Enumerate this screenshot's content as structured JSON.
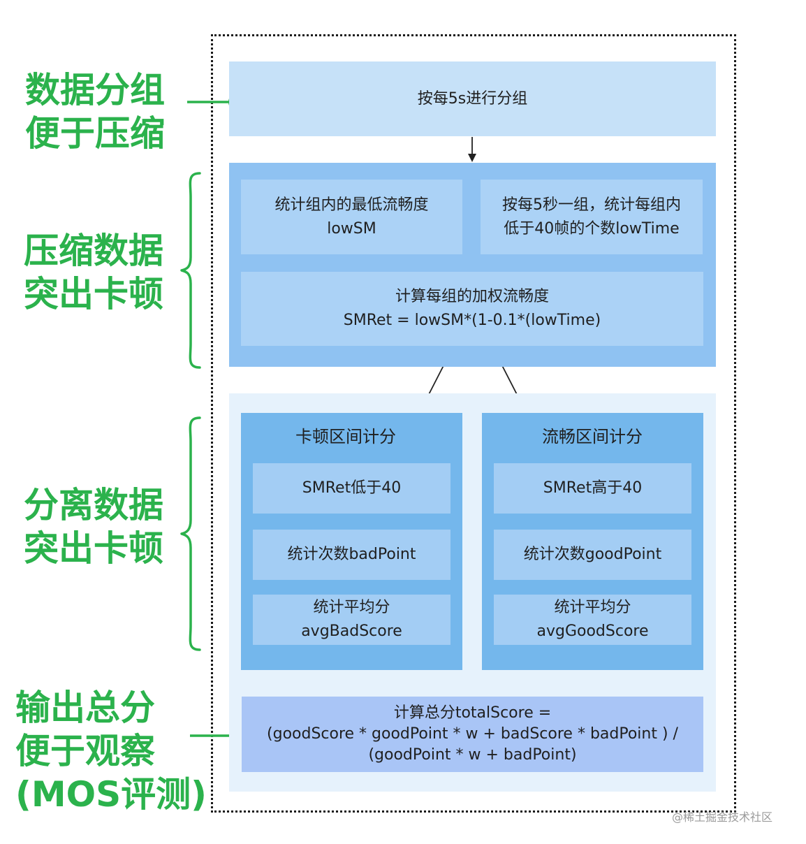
{
  "labels": {
    "group": [
      "数据分组",
      "便于压缩"
    ],
    "compress": [
      "压缩数据",
      "突出卡顿"
    ],
    "separate": [
      "分离数据",
      "突出卡顿"
    ],
    "output": [
      "输出总分",
      "便于观察",
      "(MOS评测)"
    ]
  },
  "stage1": {
    "text": "按每5s进行分组"
  },
  "stage2": {
    "low_sm": [
      "统计组内的最低流畅度",
      "lowSM"
    ],
    "low_time": [
      "按每5秒一组，统计每组内",
      "低于40帧的个数lowTime"
    ],
    "smret": [
      "计算每组的加权流畅度",
      "SMRet = lowSM*(1-0.1*(lowTime)"
    ]
  },
  "stage3": {
    "bad": {
      "title": "卡顿区间计分",
      "condition": "SMRet低于40",
      "count": "统计次数badPoint",
      "avg": [
        "统计平均分",
        "avgBadScore"
      ]
    },
    "good": {
      "title": "流畅区间计分",
      "condition": "SMRet高于40",
      "count": "统计次数goodPoint",
      "avg": [
        "统计平均分",
        "avgGoodScore"
      ]
    }
  },
  "final": {
    "lines": [
      "计算总分totalScore =",
      "(goodScore * goodPoint * w + badScore * badPoint ) /",
      "(goodPoint * w + badPoint)"
    ]
  },
  "watermark": "@稀土掘金技术社区",
  "colors": {
    "label_green": "#2bb24c",
    "stage1_bg": "#c6e1f8",
    "stage2_bg": "#8fc2f2",
    "stage2_inner": "#abd2f6",
    "stage3_bg": "#e6f2fc",
    "stage3_column": "#74b7ec",
    "stage3_inner": "#a3cdf4",
    "final_bg": "#a9c5f6"
  }
}
